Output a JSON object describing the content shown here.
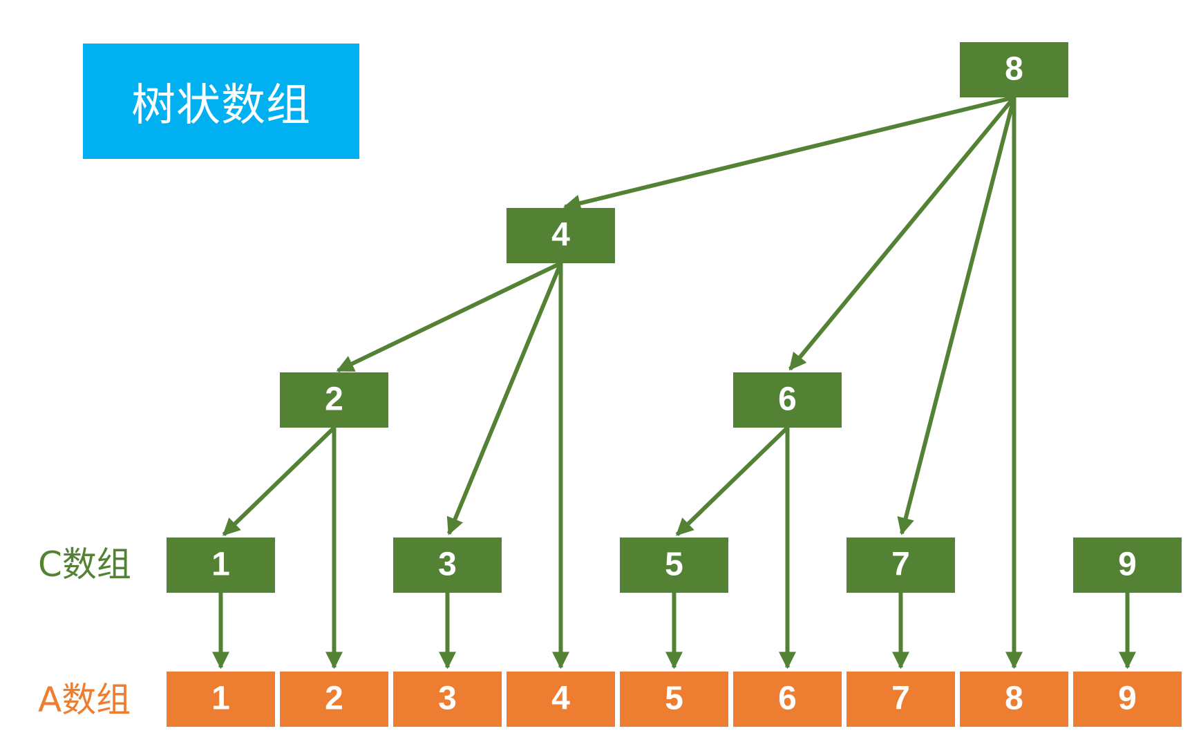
{
  "title": "树状数组",
  "labels": {
    "c_array": "C数组",
    "a_array": "A数组"
  },
  "colors": {
    "title_bg": "#00b0f0",
    "c_node": "#548235",
    "a_node": "#ed7d31",
    "edge": "#548235",
    "c_label": "#548235",
    "a_label": "#ed7d31"
  },
  "c_nodes": [
    {
      "id": 1,
      "label": "1",
      "children": []
    },
    {
      "id": 2,
      "label": "2",
      "children": [
        1
      ]
    },
    {
      "id": 3,
      "label": "3",
      "children": []
    },
    {
      "id": 4,
      "label": "4",
      "children": [
        2,
        3
      ]
    },
    {
      "id": 5,
      "label": "5",
      "children": []
    },
    {
      "id": 6,
      "label": "6",
      "children": [
        5
      ]
    },
    {
      "id": 7,
      "label": "7",
      "children": []
    },
    {
      "id": 8,
      "label": "8",
      "children": [
        4,
        6,
        7
      ]
    },
    {
      "id": 9,
      "label": "9",
      "children": []
    }
  ],
  "a_nodes": [
    "1",
    "2",
    "3",
    "4",
    "5",
    "6",
    "7",
    "8",
    "9"
  ]
}
